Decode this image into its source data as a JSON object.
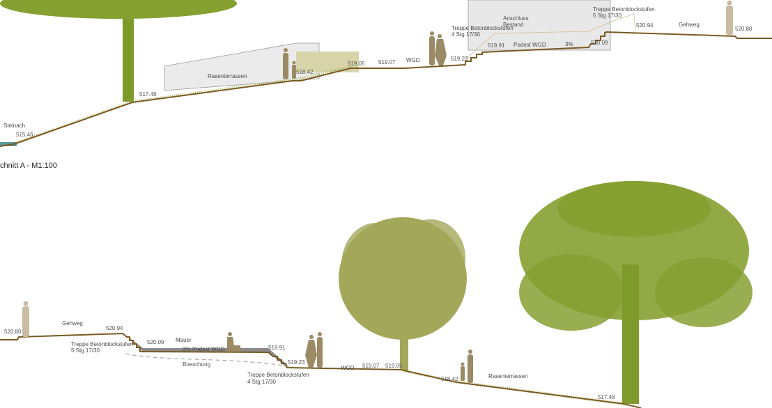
{
  "section_a": {
    "labels": {
      "steinach": "Steinach",
      "rasenterrassen": "Rasenterrassen",
      "wgd": "WGD",
      "treppe_4": "Treppe Betonblockstufen",
      "treppe_4_sub": "4 Stg 17/30",
      "anschluss": "Anschluss",
      "bestand": "Bestand",
      "podest": "Podest WGD",
      "slope": "3%",
      "treppe_5": "Treppe Betonblockstufen",
      "treppe_5_sub": "5 Stg 17/30",
      "gehweg": "Gehweg"
    },
    "elevations": [
      "515.46",
      "517.48",
      "518.42",
      "519.05",
      "519.07",
      "519.23",
      "519.91",
      "520.09",
      "520.94",
      "520.80"
    ],
    "title": "chnitt A - M1:100"
  },
  "section_b": {
    "labels": {
      "gehweg": "Gehweg",
      "treppe_5": "Treppe Betonblockstufen",
      "treppe_5_sub": "5 Stg 17/30",
      "mauer": "Mauer",
      "slope": "3%",
      "podest": "Podest WGD",
      "boeschung": "Boeschung",
      "treppe_4": "Treppe Betonblockstufen",
      "treppe_4_sub": "4 Stg 17/30",
      "wgd": "WGD",
      "rasenterrassen": "Rasenterrassen"
    },
    "elevations": [
      "520.80",
      "520.94",
      "520.09",
      "519.91",
      "519.23",
      "519.07",
      "519.05",
      "518.42",
      "517.48"
    ]
  },
  "colors": {
    "ground": "#7a5a22",
    "grass": "#9bb04a",
    "tree_dark": "#7e9a2a",
    "tree_light": "#a3a75a",
    "figure": "#9b8a66"
  }
}
